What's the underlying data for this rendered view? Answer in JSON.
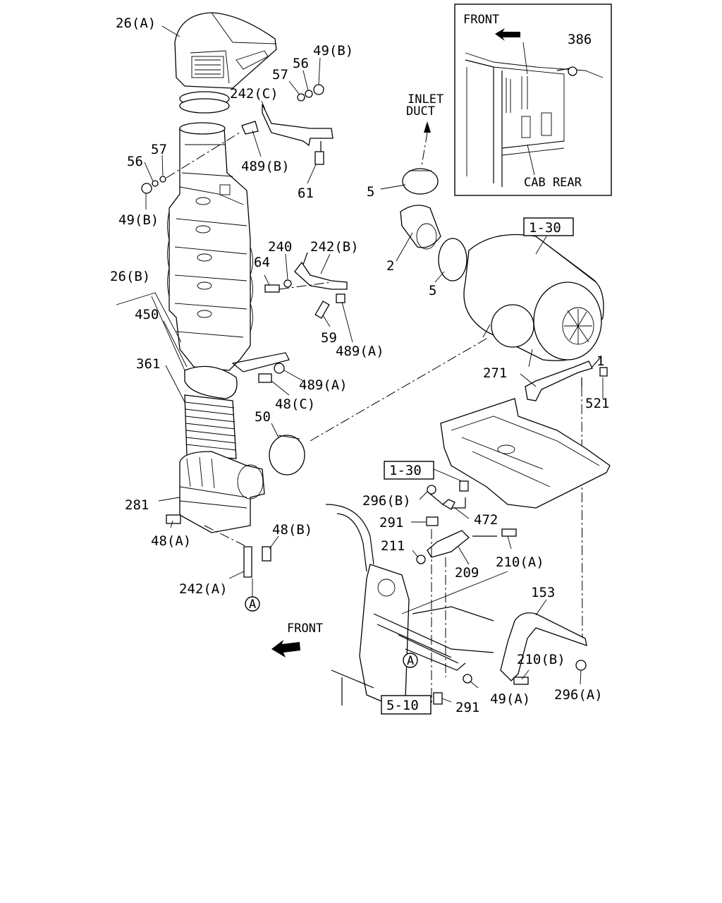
{
  "labels": {
    "p26a": "26(A)",
    "p49b_top": "49(B)",
    "p56_top": "56",
    "p57_top": "57",
    "p242c": "242(C)",
    "p489b": "489(B)",
    "p61": "61",
    "p57_left": "57",
    "p56_left": "56",
    "p49b_left": "49(B)",
    "p5_top": "5",
    "p2": "2",
    "p5_mid": "5",
    "p1_30_top": "1-30",
    "p240": "240",
    "p242b": "242(B)",
    "p64": "64",
    "p26b": "26(B)",
    "p450": "450",
    "p59": "59",
    "p489a_1": "489(A)",
    "p361": "361",
    "p489a_2": "489(A)",
    "p48c": "48(C)",
    "p271": "271",
    "p1": "1",
    "p521": "521",
    "p50": "50",
    "p1_30_mid": "1-30",
    "p296b": "296(B)",
    "p281": "281",
    "p472": "472",
    "p291_top": "291",
    "p48b": "48(B)",
    "p48a": "48(A)",
    "p211": "211",
    "p210a": "210(A)",
    "p209": "209",
    "p242a": "242(A)",
    "p153": "153",
    "circA_left": "A",
    "front_main": "FRONT",
    "circA_right": "A",
    "p210b": "210(B)",
    "p5_10": "5-10",
    "p291_bot": "291",
    "p49a": "49(A)",
    "p296a": "296(A)"
  },
  "inset": {
    "front": "FRONT",
    "p386": "386",
    "cab_rear": "CAB REAR"
  },
  "inlet_duct": {
    "line1": "INLET",
    "line2": "DUCT"
  }
}
